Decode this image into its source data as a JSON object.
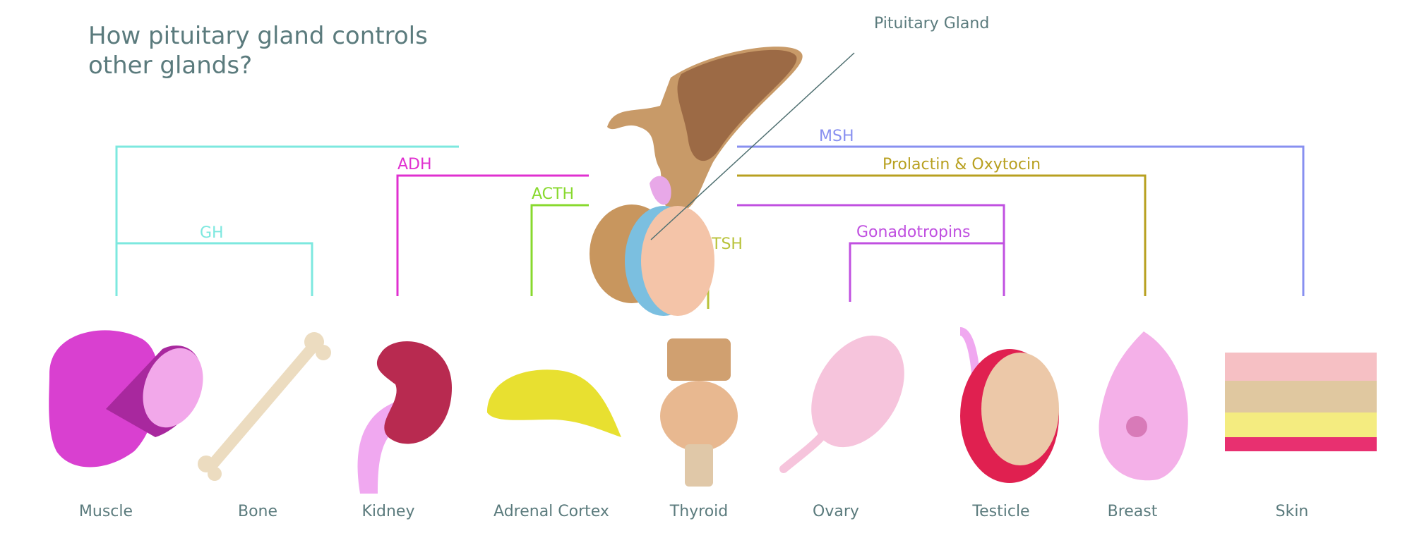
{
  "title": {
    "line1": "How pituitary gland controls",
    "line2": "other glands?"
  },
  "pituitary_label": "Pituitary Gland",
  "hormones": {
    "gh": {
      "label": "GH",
      "color": "#7de8df"
    },
    "adh": {
      "label": "ADH",
      "color": "#e030d0"
    },
    "acth": {
      "label": "ACTH",
      "color": "#88d92e"
    },
    "tsh": {
      "label": "TSH",
      "color": "#b8c23a"
    },
    "msh": {
      "label": "MSH",
      "color": "#8890f0"
    },
    "prolactin": {
      "label": "Prolactin & Oxytocin",
      "color": "#b8a020"
    },
    "gonadotropins": {
      "label": "Gonadotropins",
      "color": "#c050e0"
    }
  },
  "organs": [
    "Muscle",
    "Bone",
    "Kidney",
    "Adrenal Cortex",
    "Thyroid",
    "Ovary",
    "Testicle",
    "Breast",
    "Skin"
  ]
}
